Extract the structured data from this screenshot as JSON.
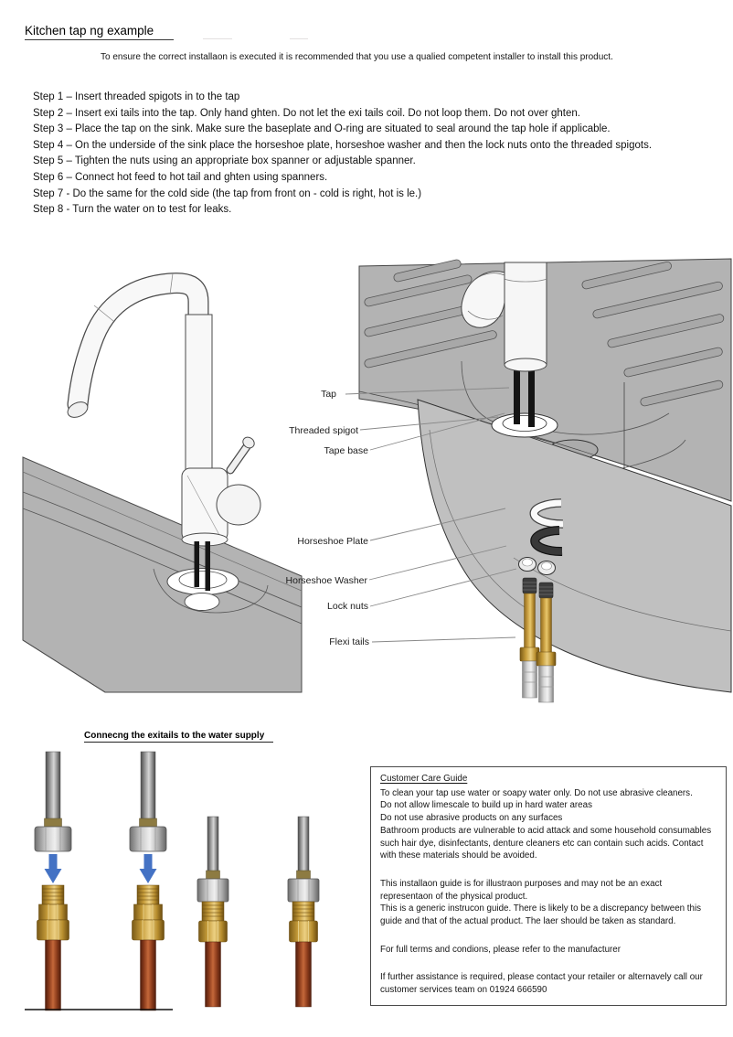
{
  "page_title": "Kitchen tap ng example",
  "intro": "To ensure the correct installaon is executed it is recommended that you use a qualied competent installer to install this product.",
  "steps": [
    "Step 1 – Insert threaded spigots in to the tap",
    "Step 2 – Insert exi tails into the tap. Only hand ghten. Do not let the exi tails coil. Do not loop them. Do not over ghten.",
    "Step 3 – Place the tap on the sink. Make sure the baseplate and O-ring are situated to seal around the tap hole if applicable.",
    "Step 4 – On the underside of the sink place the horseshoe plate, horseshoe washer and then the lock nuts onto the threaded spigots.",
    "Step 5 – Tighten the nuts using an appropriate box spanner or adjustable spanner.",
    "Step 6 – Connect hot feed to hot tail and ghten using spanners.",
    "Step 7 - Do the same for the cold side (the tap from front on - cold is right, hot is le.)",
    "Step 8 - Turn the water on to test for leaks."
  ],
  "diagram": {
    "labels": [
      "Tap",
      "Threaded spigot",
      "Tape base",
      "Horseshoe Plate",
      "Horseshoe Washer",
      "Lock nuts",
      "Flexi tails"
    ]
  },
  "connection": {
    "heading": "Connecng the exitails to the water supply"
  },
  "care_guide": {
    "heading": "Customer Care Guide",
    "paragraphs": [
      "To clean your tap use water or soapy water only. Do not use abrasive cleaners.",
      "Do not allow limescale to build up in hard water areas",
      "Do not use abrasive products on any surfaces",
      "Bathroom products are vulnerable to acid attack and some household consumables such hair dye, disinfectants, denture cleaners etc can contain such acids. Contact with these materials should be avoided.",
      "This installaon guide is for illustraon purposes and may not be an exact representaon of the physical product.",
      "This is a generic instrucon guide. There is likely to be a discrepancy between this guide and that of the actual product. The laer should be taken as standard.",
      "For full terms and condions, please refer to the manufacturer",
      "If further assistance is required, please contact your retailer or alternavely call our customer services team on 01924 666590"
    ]
  },
  "colors": {
    "arrow_blue": "#4472c4",
    "sink_gray": "#b3b3b3",
    "copper": "#8c3c1c",
    "brass": "#c69c3a"
  }
}
